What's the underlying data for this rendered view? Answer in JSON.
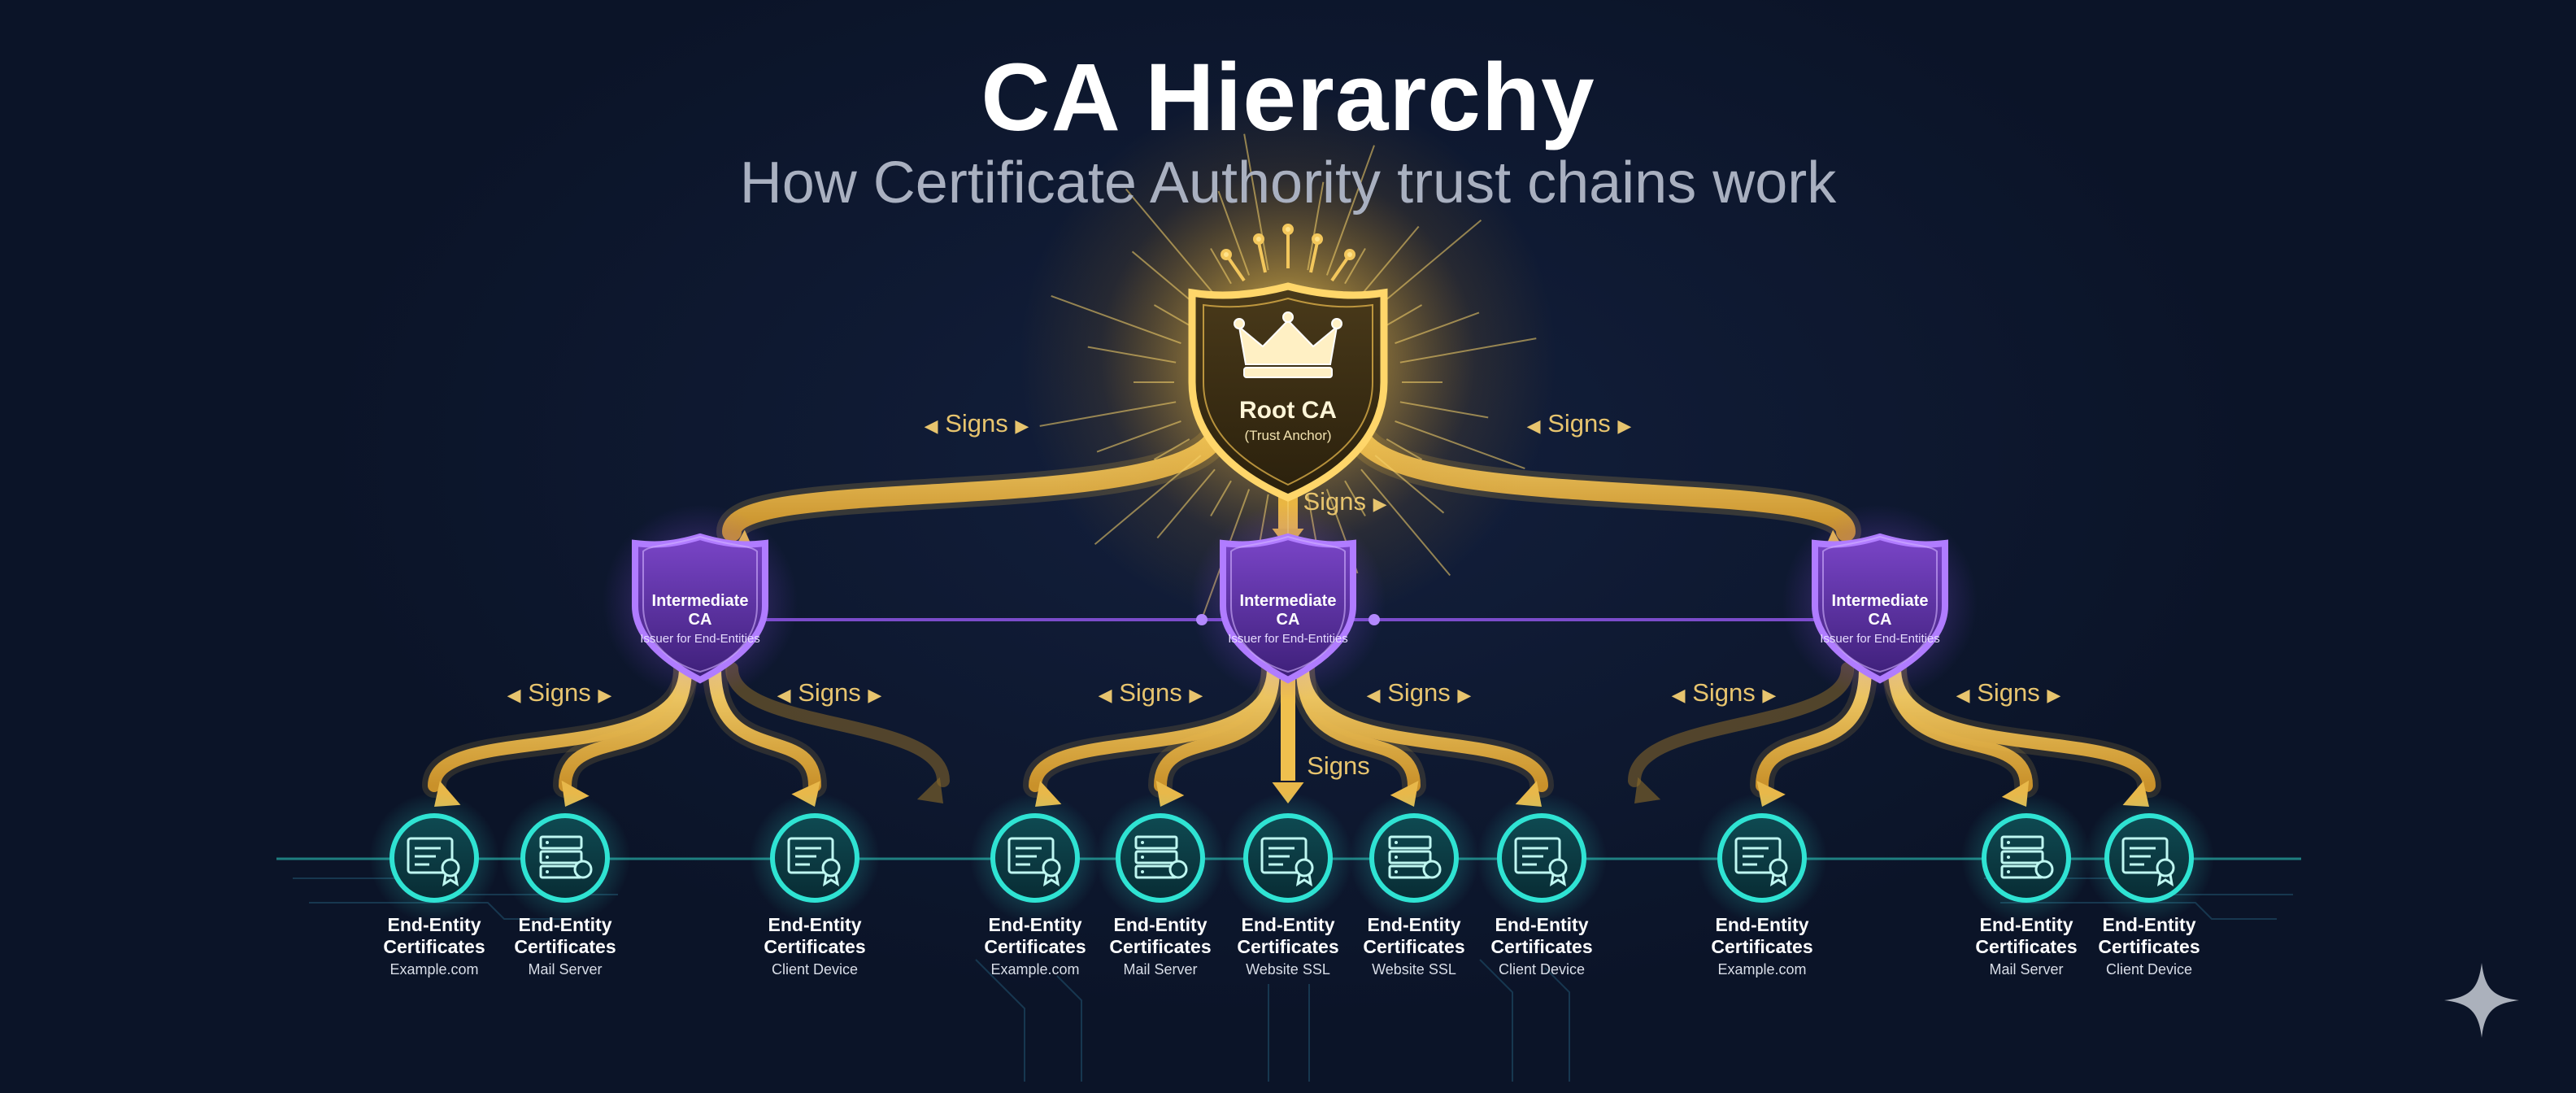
{
  "title": "CA Hierarchy",
  "subtitle": "How Certificate Authority trust chains work",
  "signs_label": "Signs",
  "root": {
    "label": "Root CA",
    "sublabel": "(Trust Anchor)"
  },
  "intermediates": [
    {
      "label": "Intermediate CA",
      "sublabel": "Issuer for End-Entities"
    },
    {
      "label": "Intermediate CA",
      "sublabel": "Issuer for End-Entities"
    },
    {
      "label": "Intermediate CA",
      "sublabel": "Issuer for End-Entities"
    }
  ],
  "leaf_title": "End-Entity Certificates",
  "leaves": [
    {
      "parent": 0,
      "icon": "certificate-icon",
      "caption": "Example.com"
    },
    {
      "parent": 0,
      "icon": "server-icon",
      "caption": "Mail Server"
    },
    {
      "parent": 0,
      "icon": "certificate-icon",
      "caption": "Client Device"
    },
    {
      "parent": 1,
      "icon": "certificate-icon",
      "caption": "Example.com"
    },
    {
      "parent": 1,
      "icon": "server-icon",
      "caption": "Mail Server"
    },
    {
      "parent": 1,
      "icon": "certificate-icon",
      "caption": "Website SSL"
    },
    {
      "parent": 1,
      "icon": "server-icon",
      "caption": "Website SSL"
    },
    {
      "parent": 1,
      "icon": "certificate-icon",
      "caption": "Client Device"
    },
    {
      "parent": 2,
      "icon": "certificate-icon",
      "caption": "Example.com"
    },
    {
      "parent": 2,
      "icon": "server-icon",
      "caption": "Mail Server"
    },
    {
      "parent": 2,
      "icon": "certificate-icon",
      "caption": "Client Device"
    }
  ],
  "colors": {
    "gold": "#e8b84a",
    "purple": "#8e55e6",
    "teal": "#2fd6c8",
    "background": "#0f1a33"
  }
}
